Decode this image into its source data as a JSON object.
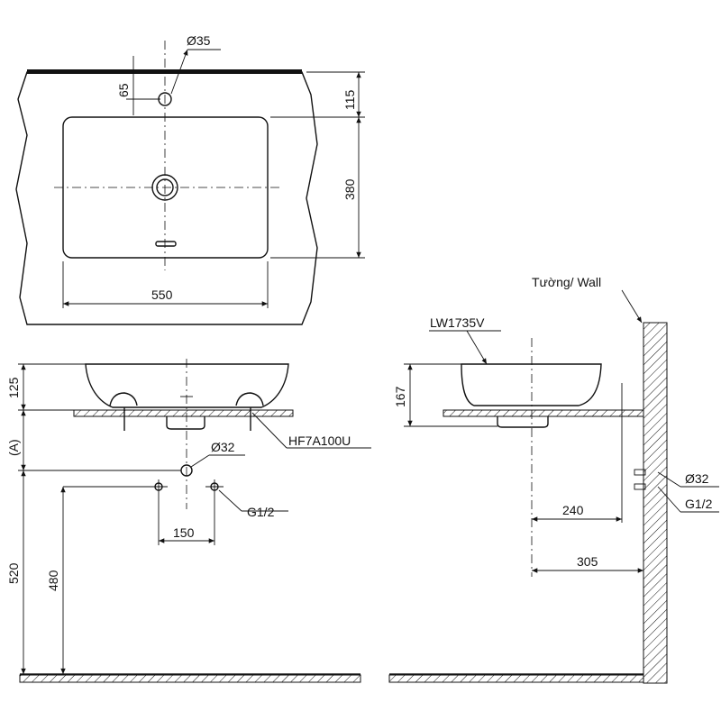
{
  "top_view": {
    "hole_diameter": "Ø35",
    "dim_hole_offset": "65",
    "dim_back": "115",
    "dim_depth": "380",
    "dim_width": "550"
  },
  "front_view": {
    "dim_height": "125",
    "dim_label_a": "(A)",
    "waste_diameter": "Ø32",
    "waste_part": "HF7A100U",
    "supply_thread": "G1/2",
    "dim_supply_spacing": "150",
    "dim_520": "520",
    "dim_480": "480"
  },
  "side_view": {
    "wall_label": "Tường/ Wall",
    "model": "LW1735V",
    "dim_height": "167",
    "waste_diameter": "Ø32",
    "supply_thread": "G1/2",
    "dim_240": "240",
    "dim_305": "305"
  }
}
